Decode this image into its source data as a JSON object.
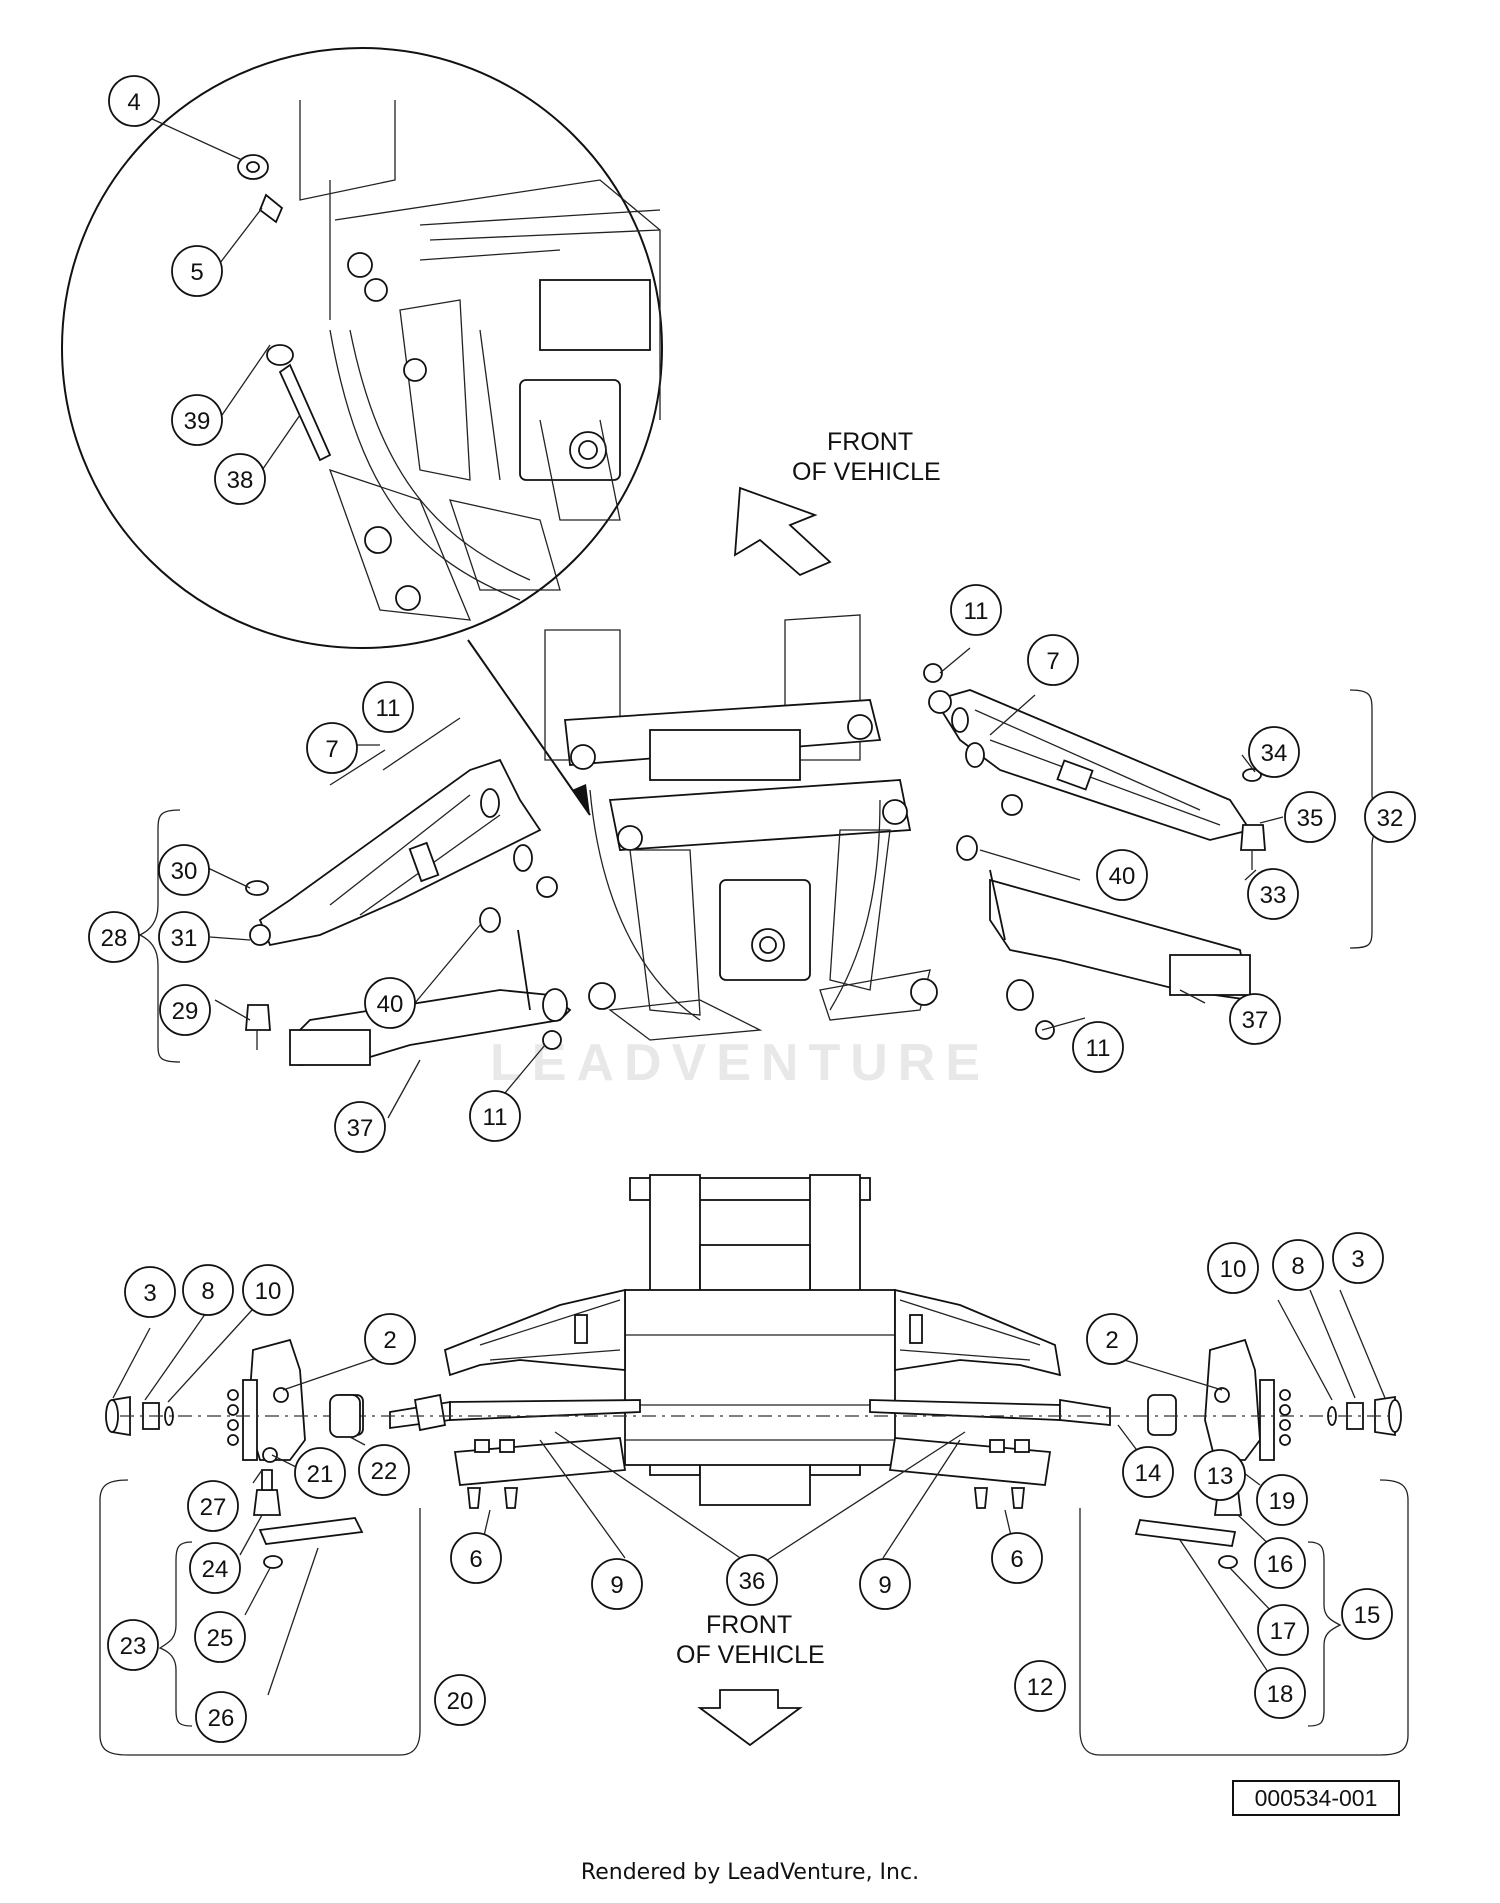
{
  "diagram": {
    "front_label_top_line1": "FRONT",
    "front_label_top_line2": "OF VEHICLE",
    "front_label_bottom_line1": "FRONT",
    "front_label_bottom_line2": "OF VEHICLE",
    "watermark": "LEADVENTURE",
    "diagram_id": "000534-001",
    "footer": "Rendered by LeadVenture, Inc."
  },
  "callouts": {
    "c4": "4",
    "c5": "5",
    "c39": "39",
    "c38": "38",
    "c11a": "11",
    "c11b": "11",
    "c11c": "11",
    "c11d": "11",
    "c7a": "7",
    "c7b": "7",
    "c34": "34",
    "c35": "35",
    "c32": "32",
    "c33": "33",
    "c30": "30",
    "c31": "31",
    "c28": "28",
    "c29": "29",
    "c40a": "40",
    "c40b": "40",
    "c37a": "37",
    "c37b": "37",
    "c3a": "3",
    "c8a": "8",
    "c10a": "10",
    "c2a": "2",
    "c2b": "2",
    "c10b": "10",
    "c8b": "8",
    "c3b": "3",
    "c21": "21",
    "c22": "22",
    "c27": "27",
    "c24": "24",
    "c25": "25",
    "c23": "23",
    "c26": "26",
    "c20": "20",
    "c6a": "6",
    "c6b": "6",
    "c9a": "9",
    "c9b": "9",
    "c36": "36",
    "c14": "14",
    "c13": "13",
    "c19": "19",
    "c16": "16",
    "c17": "17",
    "c15": "15",
    "c12": "12",
    "c18": "18"
  }
}
